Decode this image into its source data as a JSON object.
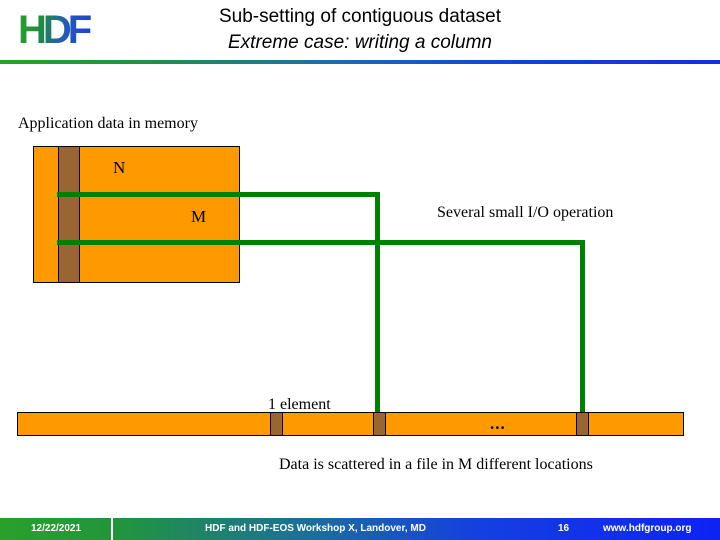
{
  "header": {
    "logo_text": "HDF",
    "title_line1": "Sub-setting of contiguous dataset",
    "title_line2": "Extreme case: writing a column"
  },
  "body": {
    "memory_label": "Application data in memory",
    "dim_n": "N",
    "dim_m": "M",
    "io_note": "Several small I/O operation",
    "element_label": "1 element",
    "file_ellipsis": "...",
    "scattered_note": "Data is scattered in a file in M different locations"
  },
  "footer": {
    "date": "12/22/2021",
    "title": "HDF and HDF-EOS Workshop X, Landover, MD",
    "page_number": "16",
    "url": "www.hdfgroup.org"
  },
  "colors": {
    "orange": "#FF9900",
    "brown": "#996633",
    "green": "#008000",
    "brand_green": "#2AA02A",
    "brand_blue": "#0D22F5"
  }
}
